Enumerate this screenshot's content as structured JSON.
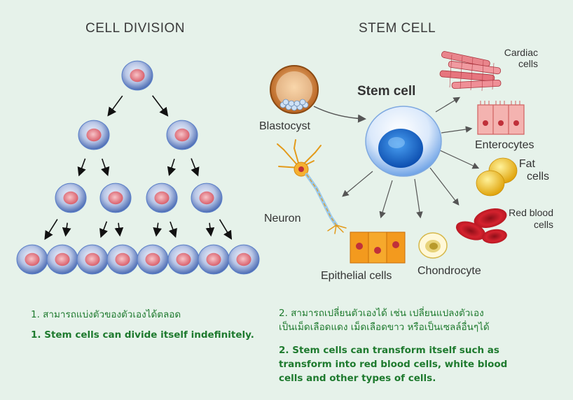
{
  "headings": {
    "cell_division": "CELL DIVISION",
    "stem_cell": "STEM CELL"
  },
  "stem_diagram": {
    "center_label": "Stem cell",
    "labels": {
      "blastocyst": "Blastocyst",
      "cardiac_line1": "Cardiac",
      "cardiac_line2": "cells",
      "enterocytes": "Enterocytes",
      "fat_line1": "Fat",
      "fat_line2": "cells",
      "red_line1": "Red blood",
      "red_line2": "cells",
      "neuron": "Neuron",
      "epithelial": "Epithelial cells",
      "chondrocyte": "Chondrocyte"
    }
  },
  "captions": {
    "left_thai": "1.  สามารถแบ่งตัวของตัวเองได้ตลอด",
    "left_en": "1. Stem cells can divide itself indefinitely.",
    "right_thai_line1": "2.  สามารถเปลี่ยนตัวเองได้ เช่น เปลี่ยนแปลงตัวเอง",
    "right_thai_line2": "เป็นเม็ดเลือดแดง เม็ดเลือดขาว หรือเป็นเซลล์อื่นๆได้",
    "right_en_line1": "2.  Stem cells can transform itself such as",
    "right_en_line2": "transform into red blood cells, white blood",
    "right_en_line3": "cells and other types of cells."
  },
  "colors": {
    "background": "#e6f2ea",
    "caption_green": "#1e7a2e",
    "cell_blue": "#5a7fc8",
    "nucleus_pink": "#e58a94",
    "stem_nucleus": "#1f6fd1",
    "red_blood": "#c81e2a",
    "fat_yellow": "#f2c21c"
  }
}
